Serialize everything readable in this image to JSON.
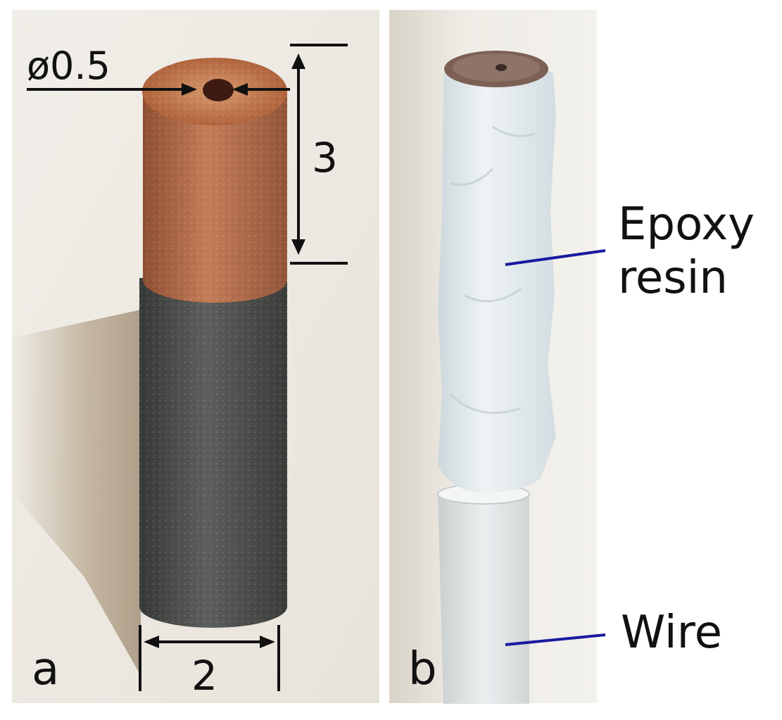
{
  "panels": {
    "a": {
      "letter": "a",
      "dimensions": {
        "hole_diameter": "ø0.5",
        "tip_length": "3",
        "width": "2"
      }
    },
    "b": {
      "letter": "b",
      "labels": {
        "epoxy_line1": "Epoxy",
        "epoxy_line2": "resin",
        "wire": "Wire"
      }
    }
  },
  "colors": {
    "copper": "#b06a45",
    "graphite": "#474a48",
    "epoxy": "#e4ecf0",
    "wire": "#e1e6e6",
    "pointer_line": "#1a1aa0",
    "background": "#ede9e2"
  }
}
